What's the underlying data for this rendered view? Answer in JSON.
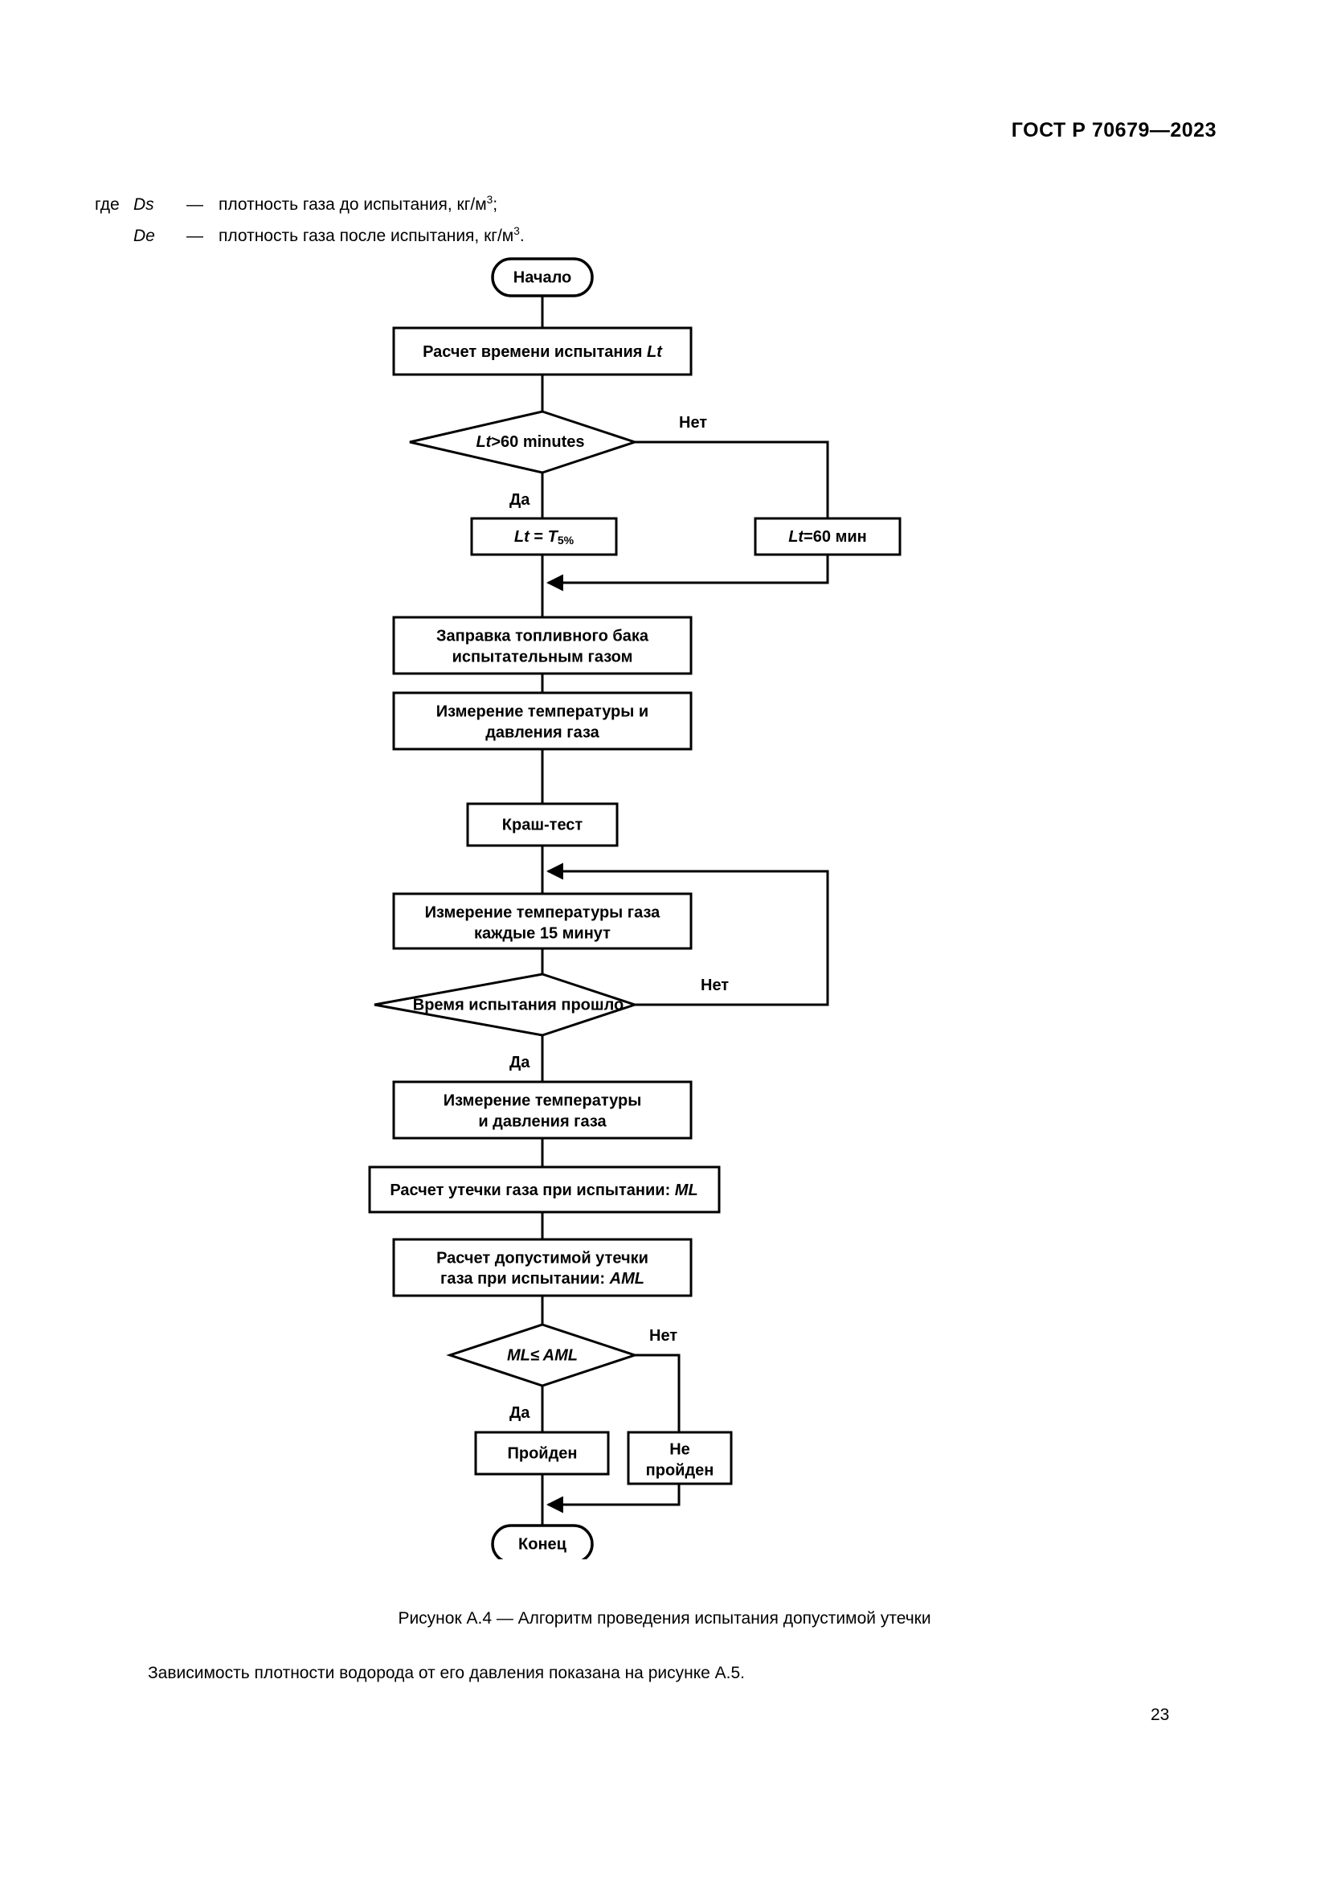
{
  "header": {
    "standard_number": "ГОСТ Р 70679—2023"
  },
  "where_clause": {
    "lead": "где",
    "rows": [
      {
        "symbol": "Ds",
        "dash": "—",
        "text_before": "плотность газа до испытания, кг/м",
        "exponent": "3",
        "text_after": ";"
      },
      {
        "symbol": "De",
        "dash": "—",
        "text_before": "плотность газа после испытания, кг/м",
        "exponent": "3",
        "text_after": "."
      }
    ]
  },
  "flowchart": {
    "nodes": {
      "start": "Начало",
      "calc_time": "Расчет времени испытания ",
      "calc_time_var": "Lt",
      "decision_lt60": "Lt>60 minutes",
      "decision_lt60_ital": "Lt",
      "decision_lt60_rest": ">60 minutes",
      "set_t5_var": "Lt",
      "set_t5_eq": " = ",
      "set_t5_t": "T",
      "set_t5_sub": "5%",
      "set_60_var": "Lt",
      "set_60_rest": "=60  мин",
      "fill_tank_line1": "Заправка топливного бака",
      "fill_tank_line2": "испытательным газом",
      "measure1_line1": "Измерение температуры и",
      "measure1_line2": "давления газа",
      "crash_test": "Краш-тест",
      "measure15_line1": "Измерение температуры газа",
      "measure15_line2": "каждые 15 минут",
      "decision_time_passed": "Время испытания прошло",
      "measure2_line1": "Измерение температуры",
      "measure2_line2": "и давления газа",
      "calc_ml_text": "Расчет утечки газа при испытании: ",
      "calc_ml_var": "ML",
      "calc_aml_line1": "Расчет допустимой утечки",
      "calc_aml_line2_text": "газа при испытании: ",
      "calc_aml_line2_var": "AML",
      "decision_ml_aml": "ML≤ AML",
      "passed": "Пройден",
      "failed_line1": "Не",
      "failed_line2": "пройден",
      "end": "Конец"
    },
    "branch_labels": {
      "yes": "Да",
      "no": "Нет"
    }
  },
  "figure_caption": "Рисунок А.4 — Алгоритм проведения испытания допустимой утечки",
  "body_paragraph": "Зависимость плотности водорода от его давления показана на рисунке А.5.",
  "page_number": "23",
  "colors": {
    "ink": "#000000",
    "paper": "#ffffff"
  }
}
